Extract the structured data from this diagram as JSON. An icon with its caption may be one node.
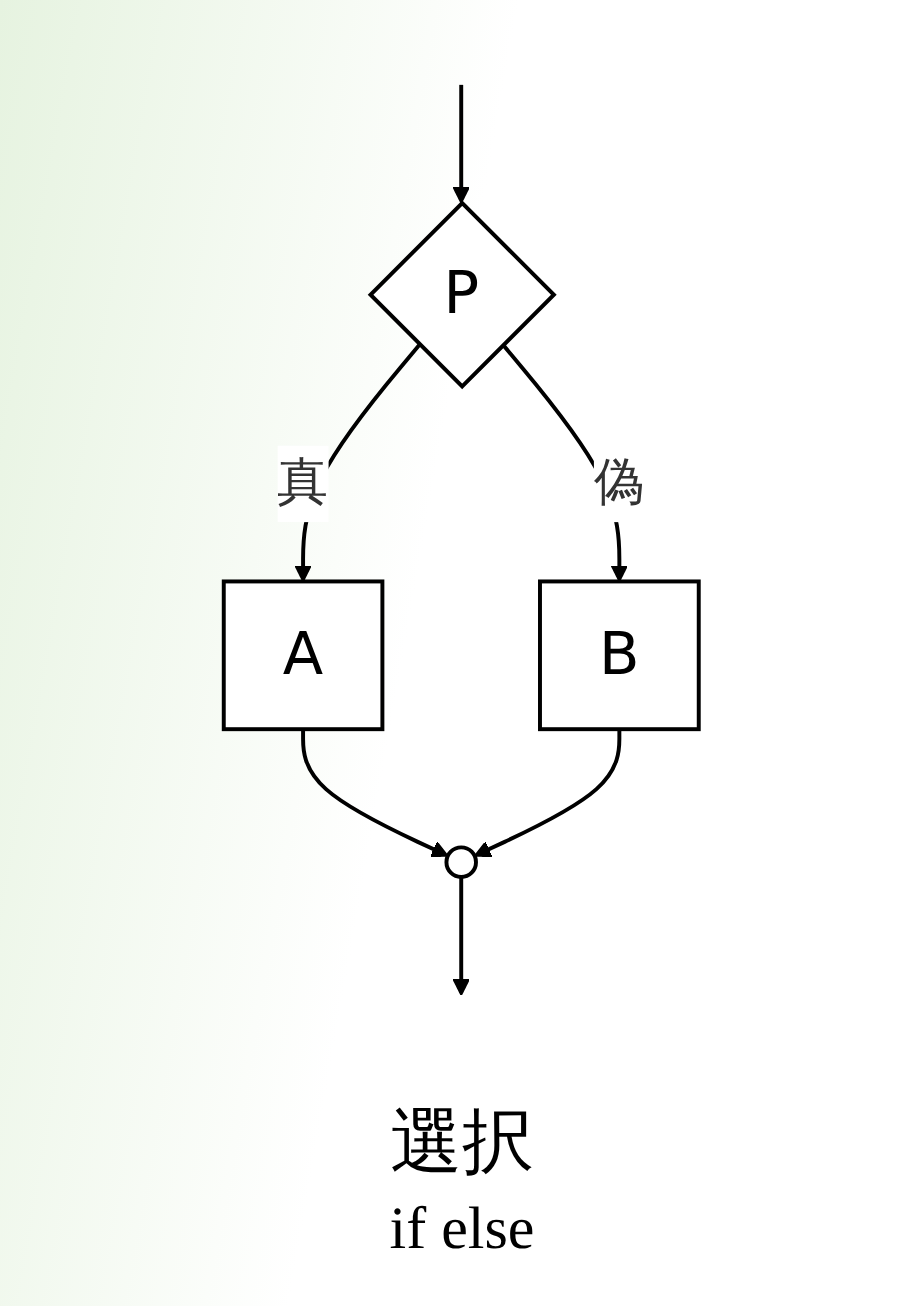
{
  "diagram": {
    "nodes": [
      {
        "text": [
          "P"
        ]
      },
      {
        "text": [
          "A"
        ]
      },
      {
        "text": [
          "B"
        ]
      },
      {
        "text": [],
        "shape": "circle"
      }
    ],
    "edges": [
      {
        "from": null,
        "to": 0,
        "arrow": "to"
      },
      {
        "from": 0,
        "to": 1,
        "label": "真",
        "arrow": "to"
      },
      {
        "from": 0,
        "to": 2,
        "label": "偽",
        "arrow": "to"
      },
      {
        "from": 1,
        "to": 3,
        "arrow": "to"
      },
      {
        "from": 2,
        "to": 3,
        "arrow": "to"
      },
      {
        "from": 3,
        "to": null,
        "arrow": "to"
      }
    ],
    "labels": [
      "選択",
      "if else"
    ]
  }
}
